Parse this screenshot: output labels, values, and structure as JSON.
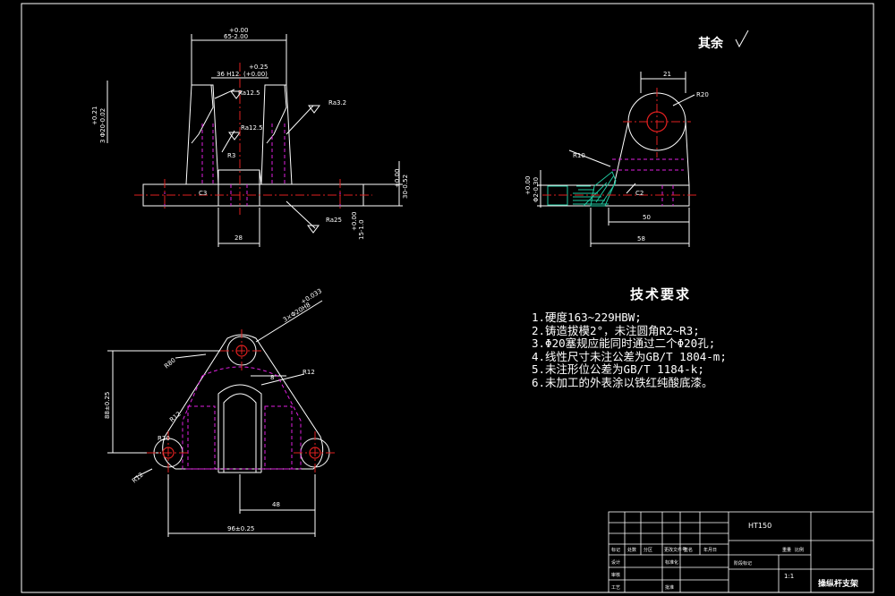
{
  "drawing": {
    "roughness_note": "其余",
    "notes_title": "技术要求",
    "notes": [
      "1.硬度163~229HBW;",
      "2.铸造拔模2°，未注圆角R2~R3;",
      "3.Φ20塞规应能同时通过二个Φ20孔;",
      "4.线性尺寸未注公差为GB/T 1804-m;",
      "5.未注形位公差为GB/T 1184-k;",
      "6.未加工的外表涂以铁红纯酸底漆。"
    ],
    "front_view": {
      "dim_top": "+0.00",
      "dim_top2": "65-2.00",
      "dim_slot": "36 H12",
      "dim_slot_tol_up": "+0.25",
      "dim_slot_tol": "(+0.00)",
      "ra_left": "Ra12.5",
      "ra_right": "Ra3.2",
      "ra_mid": "Ra12.5",
      "ra_bottom": "Ra25",
      "r3": "R3",
      "c3": "C3",
      "dim_28": "28",
      "dim_left_tol": "+0.21",
      "dim_left": "3 Φ20-0.02",
      "dim_right_tol": "+0.00",
      "dim_right": "30-0.52",
      "dim_right2_tol": "+0.00",
      "dim_right2": "15-1.0"
    },
    "side_view": {
      "dim_21": "21",
      "dim_r20": "R20",
      "dim_r10": "R10",
      "dim_50": "50",
      "dim_58": "58",
      "dim_c2": "C2",
      "dim_left_tol": "+0.00",
      "dim_left": "Φ2-0.30"
    },
    "top_view": {
      "dim_diag": "3×Φ20H8",
      "dim_diag_tol": "+0.033",
      "dim_r80": "R80",
      "dim_r12": "R12",
      "dim_8": "8",
      "dim_vert": "88±0.25",
      "dim_r12b": "R12",
      "dim_r12c": "R12",
      "dim_r20": "R20",
      "dim_48": "48",
      "dim_bottom": "96±0.25"
    },
    "title_block": {
      "material": "HT150",
      "part_name": "操纵杆支架",
      "scale": "1:1",
      "cells": [
        "标记",
        "处数",
        "分区",
        "更改文件号",
        "签名",
        "年月日",
        "设计",
        "标准化",
        "阶段标记",
        "重量",
        "比例",
        "审核",
        "工艺",
        "批准"
      ]
    }
  }
}
